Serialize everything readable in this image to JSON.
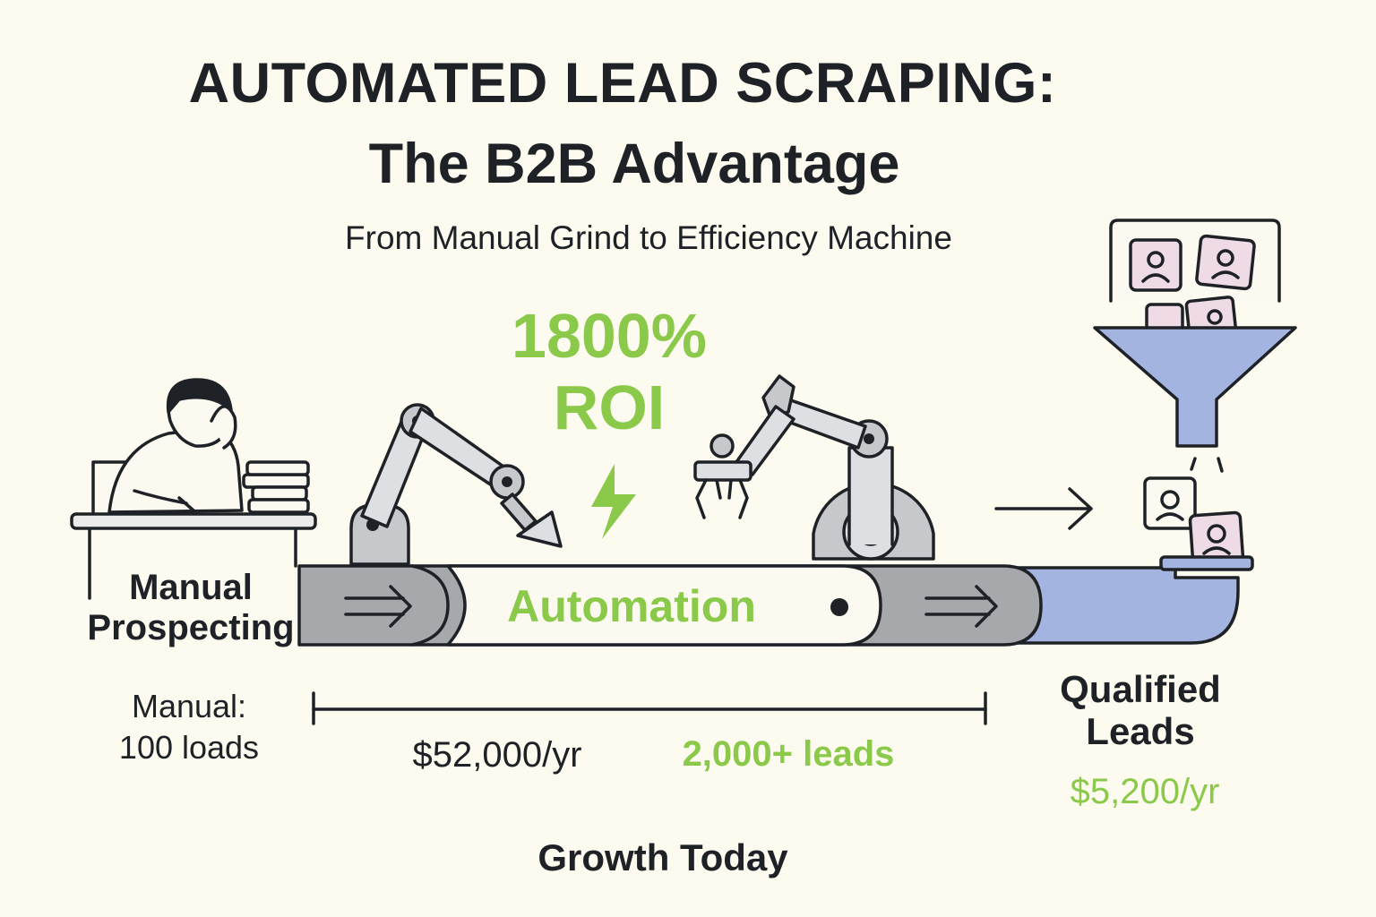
{
  "header": {
    "title_line1": "AUTOMATED LEAD SCRAPING:",
    "title_line2": "The B2B Advantage",
    "subtitle": "From Manual Grind to Efficiency Machine"
  },
  "roi": {
    "value": "1800%",
    "label": "ROI"
  },
  "stages": {
    "manual_line1": "Manual",
    "manual_line2": "Prospecting",
    "automation": "Automation",
    "qualified_line1": "Qualified",
    "qualified_line2": "Leads"
  },
  "metrics": {
    "manual_line1": "Manual:",
    "manual_line2": "100 loads",
    "cost_manual": "$52,000/yr",
    "leads_automated": "2,000+ leads",
    "cost_automated": "$5,200/yr"
  },
  "footer": "Growth Today",
  "colors": {
    "background": "#fdfbef",
    "accent_green": "#8bc94a",
    "ink": "#1e2226",
    "belt_gray": "#a7a8ac",
    "pipe_blue": "#a4b4e0",
    "profile_pink": "#eedbe6"
  },
  "icons": [
    "person-at-desk-icon",
    "robotic-arm-icon",
    "lightning-bolt-icon",
    "gripper-arm-icon",
    "gear-icon",
    "arrow-right-icon",
    "laptop-icon",
    "profile-card-icon",
    "funnel-icon"
  ]
}
